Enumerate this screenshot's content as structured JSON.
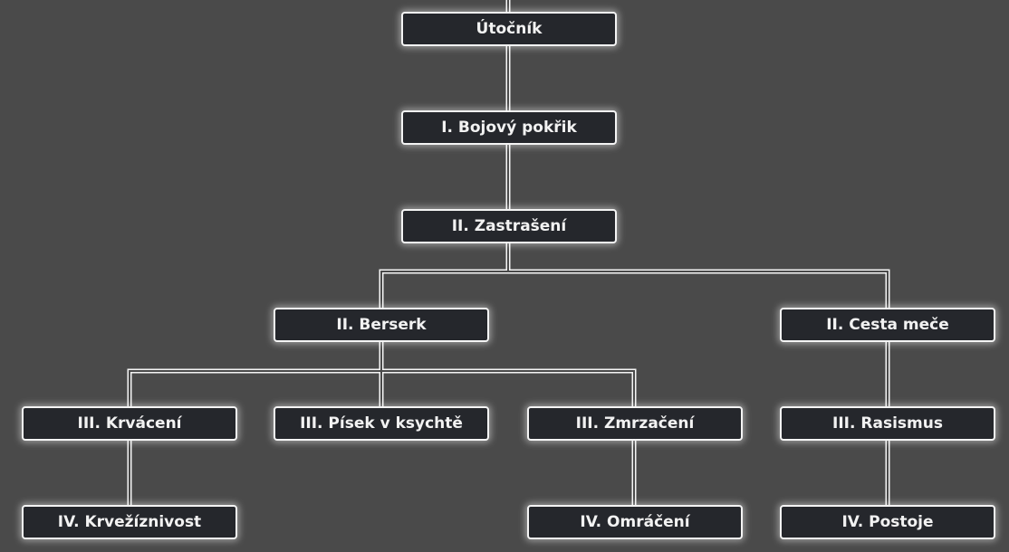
{
  "tree": {
    "root": "Útočník",
    "nodes": [
      {
        "id": "utocnik",
        "label": "Útočník"
      },
      {
        "id": "bojovy-pokrik",
        "label": "I. Bojový pokřik"
      },
      {
        "id": "zastraseni",
        "label": "II. Zastrašení"
      },
      {
        "id": "berserk",
        "label": "II. Berserk"
      },
      {
        "id": "cesta-mece",
        "label": "II. Cesta meče"
      },
      {
        "id": "krvaceni",
        "label": "III. Krvácení"
      },
      {
        "id": "pisek",
        "label": "III. Písek v ksychtě"
      },
      {
        "id": "zmrzaceni",
        "label": "III. Zmrzačení"
      },
      {
        "id": "rasismus",
        "label": "III. Rasismus"
      },
      {
        "id": "krveziznivost",
        "label": "IV. Krvežíznivost"
      },
      {
        "id": "omraceni",
        "label": "IV. Omráčení"
      },
      {
        "id": "postoje",
        "label": "IV. Postoje"
      }
    ]
  }
}
